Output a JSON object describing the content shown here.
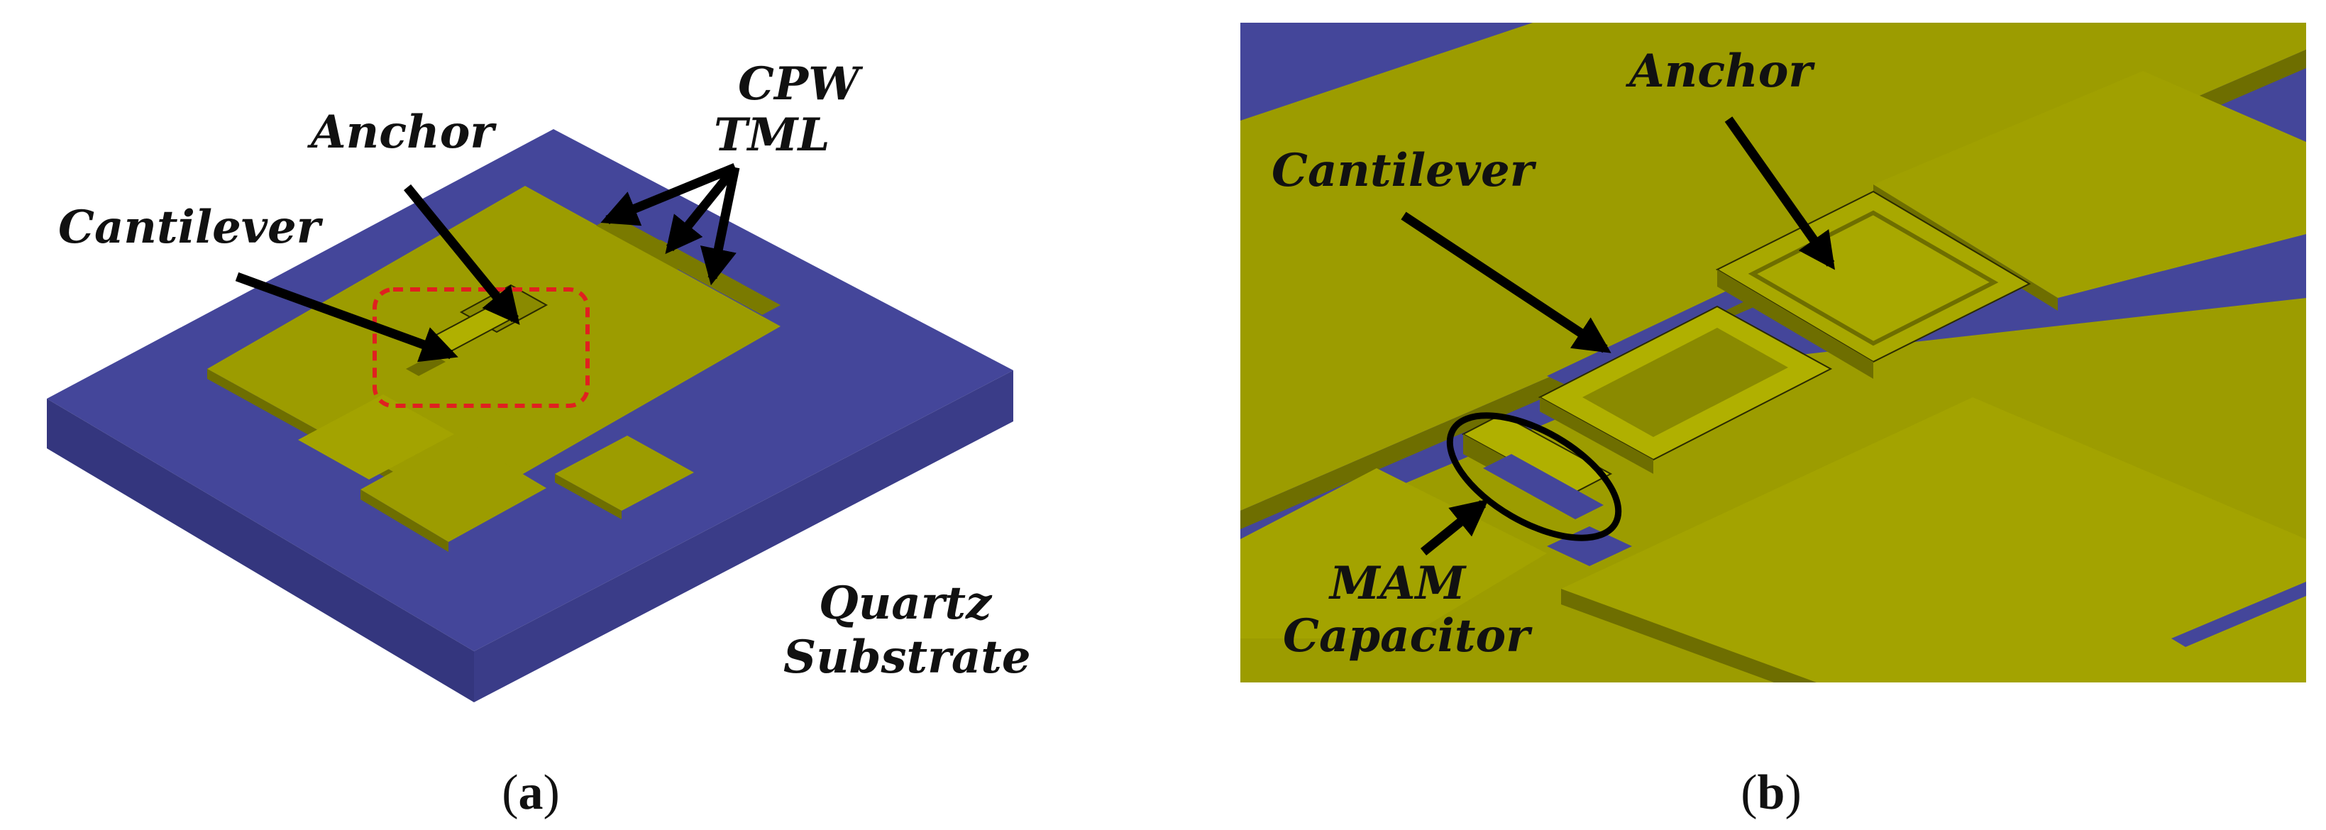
{
  "panel_a": {
    "labels": {
      "cpw_line1": "CPW",
      "cpw_line2": "TML",
      "anchor": "Anchor",
      "cantilever": "Cantilever",
      "quartz_line1": "Quartz",
      "quartz_line2": "Substrate"
    },
    "caption_open": "(",
    "caption_letter": "a",
    "caption_close": ")"
  },
  "panel_b": {
    "labels": {
      "anchor": "Anchor",
      "cantilever": "Cantilever",
      "mam_line1": "MAM",
      "mam_line2": "Capacitor"
    },
    "caption_open": "(",
    "caption_letter": "b",
    "caption_close": ")"
  },
  "colors": {
    "metal": "#9c9c00",
    "metal_dark": "#6e6e00",
    "substrate": "#44469a",
    "substrate_dark": "#34367e",
    "highlight_box": "#e02020"
  }
}
